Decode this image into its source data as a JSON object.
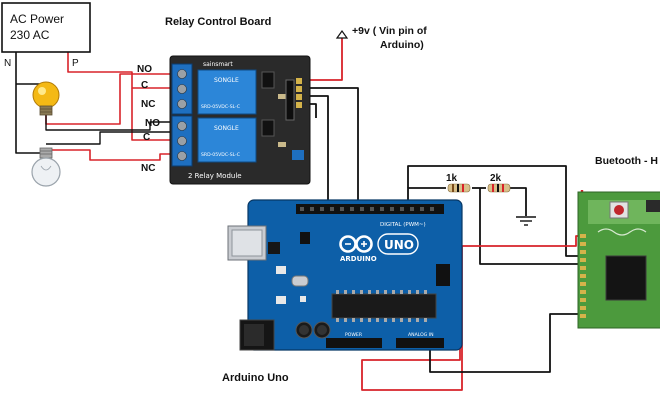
{
  "ac_power": {
    "line1": "AC Power",
    "line2": "230 AC"
  },
  "ac_terminals": {
    "n": "N",
    "p": "P"
  },
  "relay_board": {
    "title": "Relay Control  Board",
    "terminals": [
      "NO",
      "C",
      "NC",
      "NO",
      "C",
      "NC"
    ],
    "module_text": "2 Relay Module",
    "brand": "sainsmart",
    "relay_marks": [
      "SONGLE",
      "SONGLE"
    ],
    "relay_model": "SRD-05VDC-SL-C"
  },
  "vin_note": {
    "line1": "+9v ( Vin pin of",
    "line2": "Arduino)"
  },
  "resistors": [
    "1k",
    "2k"
  ],
  "bluetooth": {
    "label": "Buetooth - H"
  },
  "arduino": {
    "label": "Arduino Uno",
    "board_brand": "ARDUINO",
    "board_model": "UNO",
    "digital_text": "DIGITAL (PWM~)",
    "power_text": "POWER",
    "analog_text": "ANALOG IN"
  },
  "colors": {
    "wire_red": "#d8232a",
    "wire_black": "#111111",
    "relay_pcb": "#2a2a2a",
    "relay_blue": "#1f7fd0",
    "arduino_blue": "#0d5fa8",
    "bt_green": "#4c9a3d"
  }
}
